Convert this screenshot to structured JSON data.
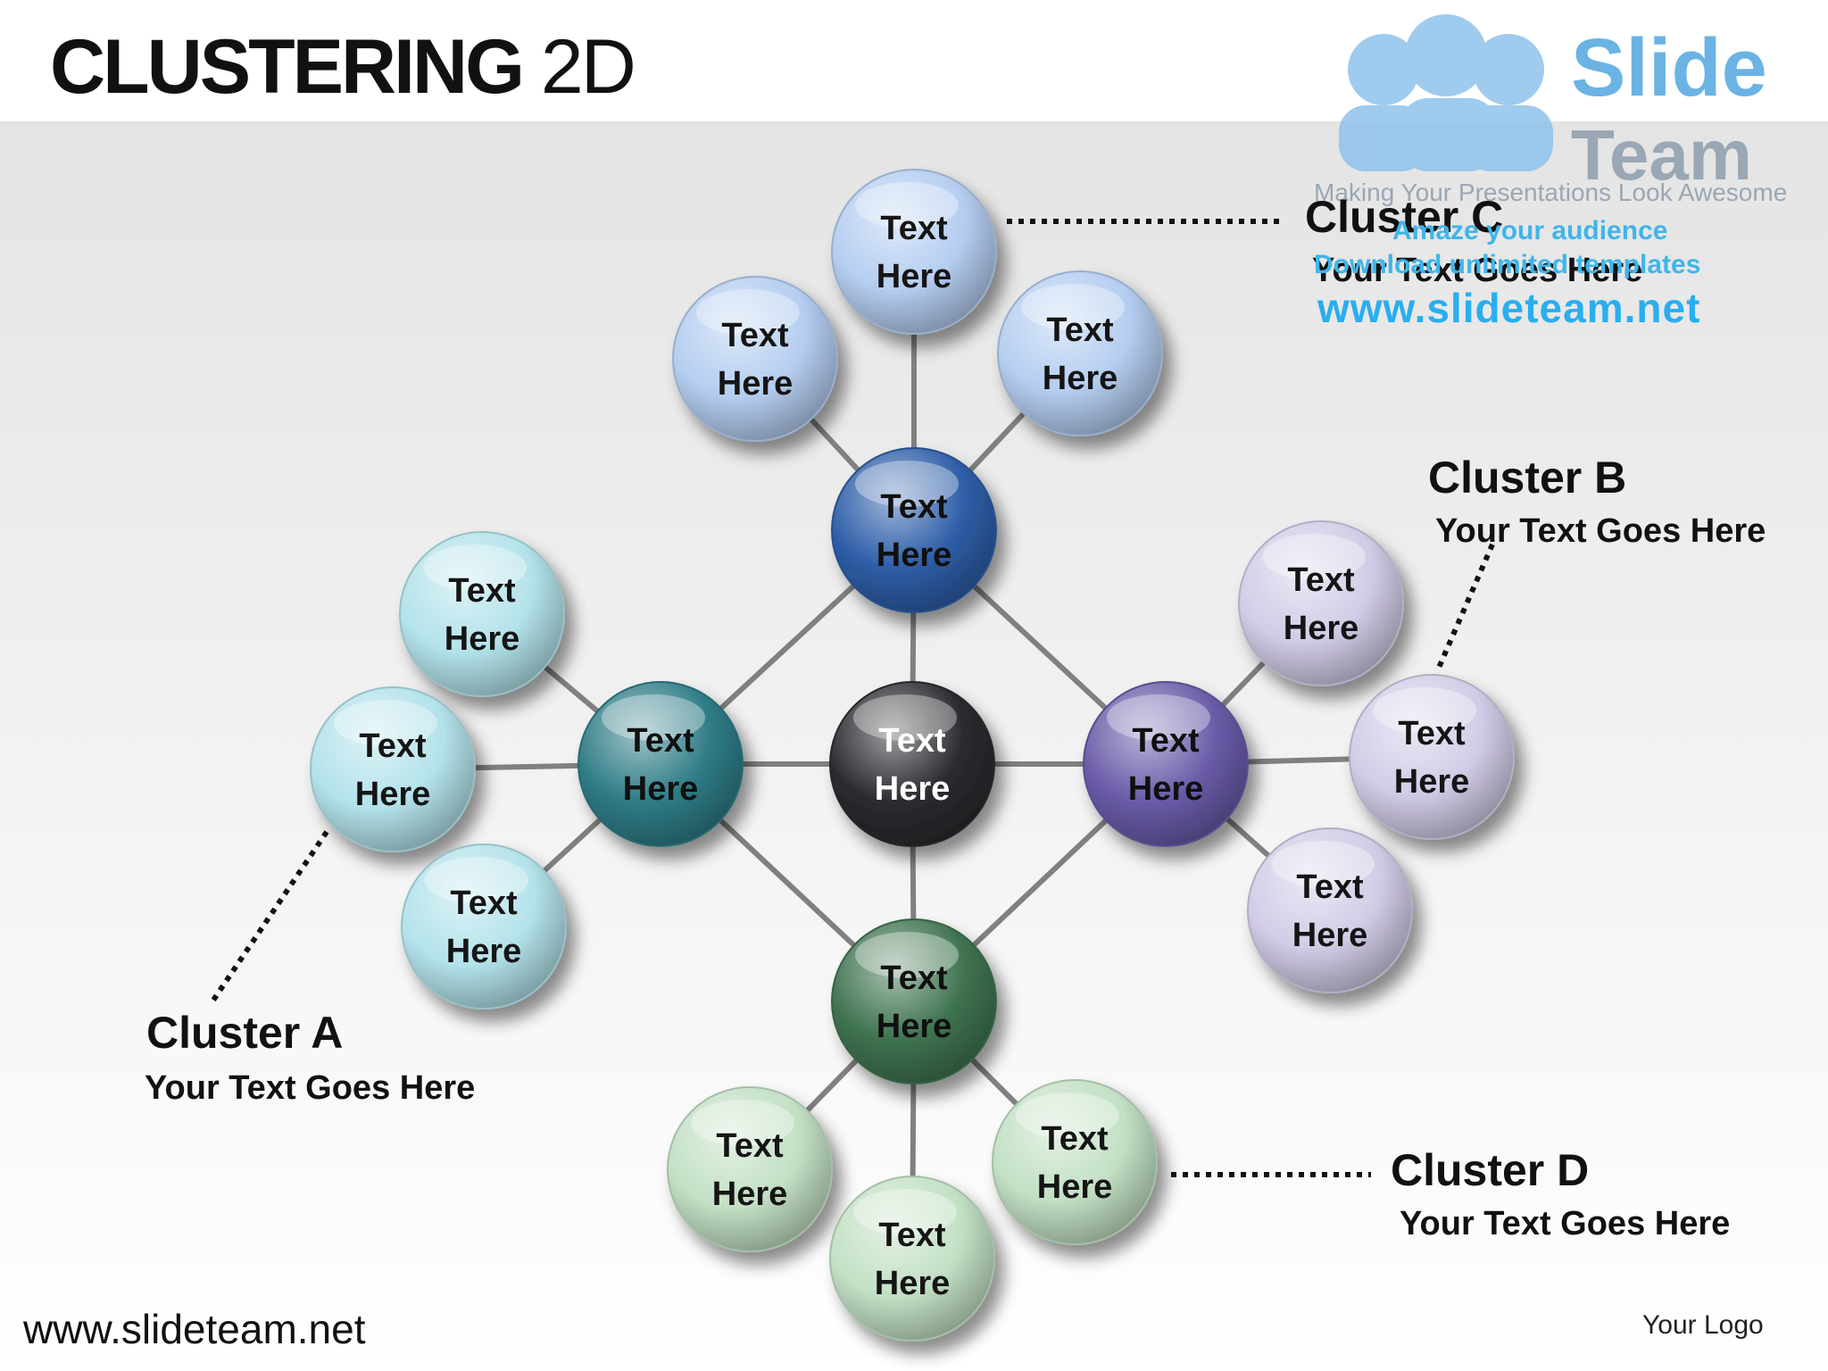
{
  "title": {
    "bold": "CLUSTERING",
    "light": "2D"
  },
  "node_label": {
    "line1": "Text",
    "line2": "Here"
  },
  "clusters": [
    {
      "id": "A",
      "heading": "Cluster  A",
      "subtext": "Your Text Goes Here"
    },
    {
      "id": "B",
      "heading": "Cluster  B",
      "subtext": "Your Text Goes Here"
    },
    {
      "id": "C",
      "heading": "Cluster  C",
      "subtext": "Your Text Goes Here"
    },
    {
      "id": "D",
      "heading": "Cluster  D",
      "subtext": "Your Text Goes Here"
    }
  ],
  "colors": {
    "center": "#2b2b30",
    "A_hub": "#2f7c86",
    "A_leaf": "#b3e2ea",
    "B_hub": "#6a5ba8",
    "B_leaf": "#d2cbe6",
    "C_hub": "#2e5ea8",
    "C_leaf": "#b4cdf0",
    "D_hub": "#3f7350",
    "D_leaf": "#c2e0c4",
    "edge": "#808080"
  },
  "watermark": {
    "brand_top": "Slide",
    "brand_bottom": "Team",
    "tagline": "Making Your Presentations Look Awesome",
    "line1": "Amaze your audience",
    "line2": "Download unlimited templates",
    "url": "www.slideteam.net"
  },
  "footer": {
    "url": "www.slideteam.net",
    "logo": "Your Logo"
  }
}
